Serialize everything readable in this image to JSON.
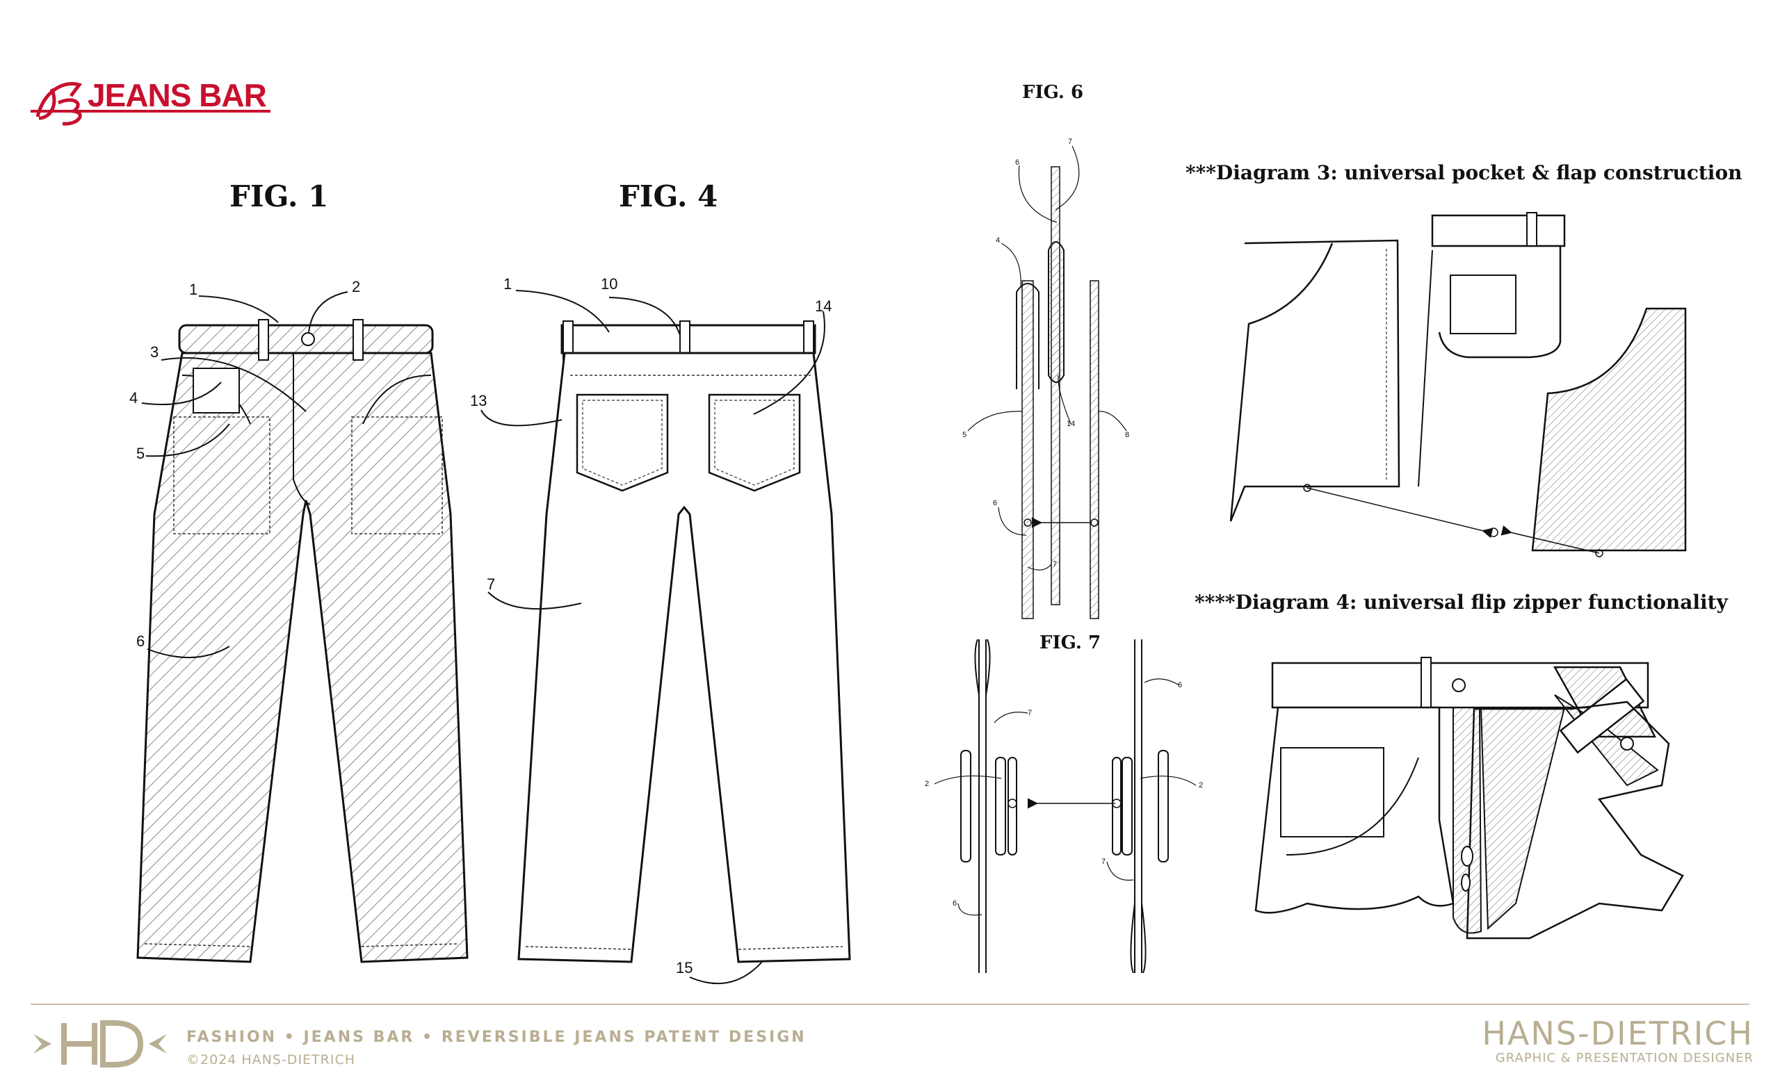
{
  "brand": {
    "monogram": "JB",
    "name": "JEANS BAR",
    "color": "#c8102e"
  },
  "figures": {
    "fig1": "FIG. 1",
    "fig4": "FIG. 4",
    "fig6": "FIG. 6",
    "fig7": "FIG. 7",
    "diagram3": "***Diagram 3: universal pocket & flap construction",
    "diagram4": "****Diagram 4: universal flip zipper functionality"
  },
  "callouts": {
    "fig1": [
      "1",
      "2",
      "3",
      "4",
      "5",
      "6"
    ],
    "fig4": [
      "1",
      "10",
      "14",
      "13",
      "7",
      "15"
    ],
    "fig6": [
      "7",
      "6",
      "4",
      "14",
      "5",
      "8",
      "6",
      "7"
    ],
    "fig7": [
      "7",
      "6",
      "2",
      "2",
      "7",
      "6"
    ]
  },
  "footer": {
    "logo": "HD",
    "tagline": "FASHION • JEANS BAR • REVERSIBLE JEANS PATENT DESIGN",
    "copyright": "©2024 HANS-DIETRICH",
    "designer_name": "HANS-DIETRICH",
    "designer_title": "GRAPHIC & PRESENTATION DESIGNER",
    "accent_color": "#b9ae92"
  }
}
